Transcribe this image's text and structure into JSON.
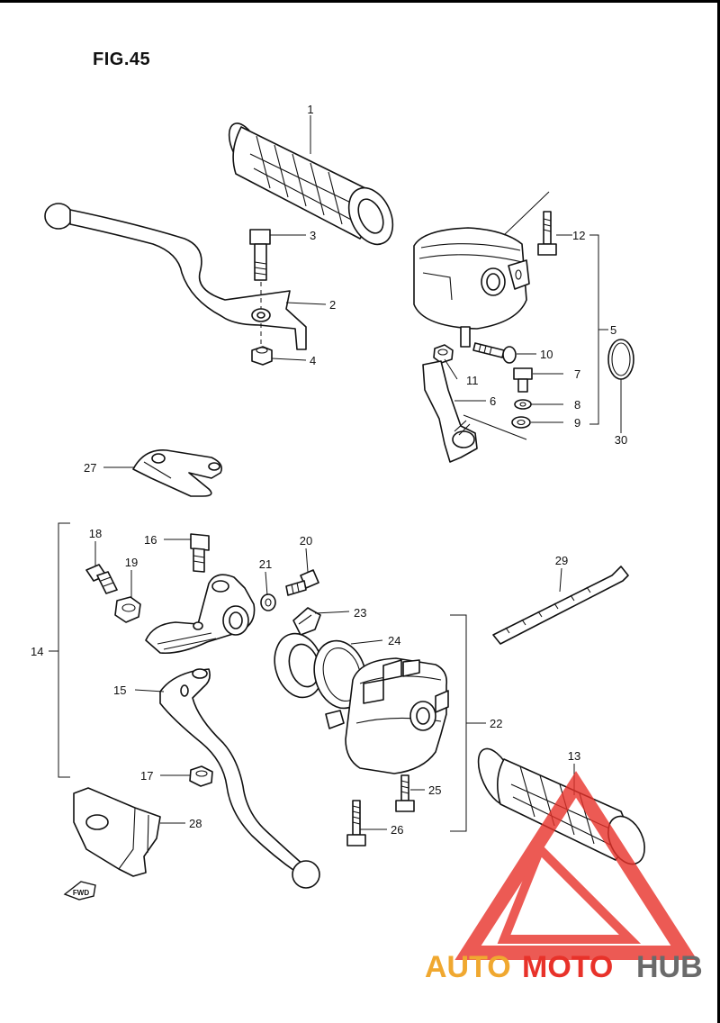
{
  "figure": {
    "title": "FIG.45"
  },
  "callouts": [
    {
      "id": "c1",
      "label": "1"
    },
    {
      "id": "c2",
      "label": "2"
    },
    {
      "id": "c3",
      "label": "3"
    },
    {
      "id": "c4",
      "label": "4"
    },
    {
      "id": "c5",
      "label": "5"
    },
    {
      "id": "c6",
      "label": "6"
    },
    {
      "id": "c7",
      "label": "7"
    },
    {
      "id": "c8",
      "label": "8"
    },
    {
      "id": "c9",
      "label": "9"
    },
    {
      "id": "c10",
      "label": "10"
    },
    {
      "id": "c11",
      "label": "11"
    },
    {
      "id": "c12",
      "label": "12"
    },
    {
      "id": "c13",
      "label": "13"
    },
    {
      "id": "c14",
      "label": "14"
    },
    {
      "id": "c15",
      "label": "15"
    },
    {
      "id": "c16",
      "label": "16"
    },
    {
      "id": "c17",
      "label": "17"
    },
    {
      "id": "c18",
      "label": "18"
    },
    {
      "id": "c19",
      "label": "19"
    },
    {
      "id": "c20",
      "label": "20"
    },
    {
      "id": "c21",
      "label": "21"
    },
    {
      "id": "c22",
      "label": "22"
    },
    {
      "id": "c23",
      "label": "23"
    },
    {
      "id": "c24",
      "label": "24"
    },
    {
      "id": "c25",
      "label": "25"
    },
    {
      "id": "c26",
      "label": "26"
    },
    {
      "id": "c27",
      "label": "27"
    },
    {
      "id": "c28",
      "label": "28"
    },
    {
      "id": "c29",
      "label": "29"
    },
    {
      "id": "c30",
      "label": "30"
    }
  ],
  "direction_marker": {
    "text": "FWD"
  },
  "watermark": {
    "text_part1": "AUTO",
    "text_part2": "MOTO",
    "text_part3": "HUB",
    "color_part1": "#f0a830",
    "color_part2": "#e8322a",
    "color_part3": "#6a6a6a",
    "logo_color": "#e8322a"
  }
}
